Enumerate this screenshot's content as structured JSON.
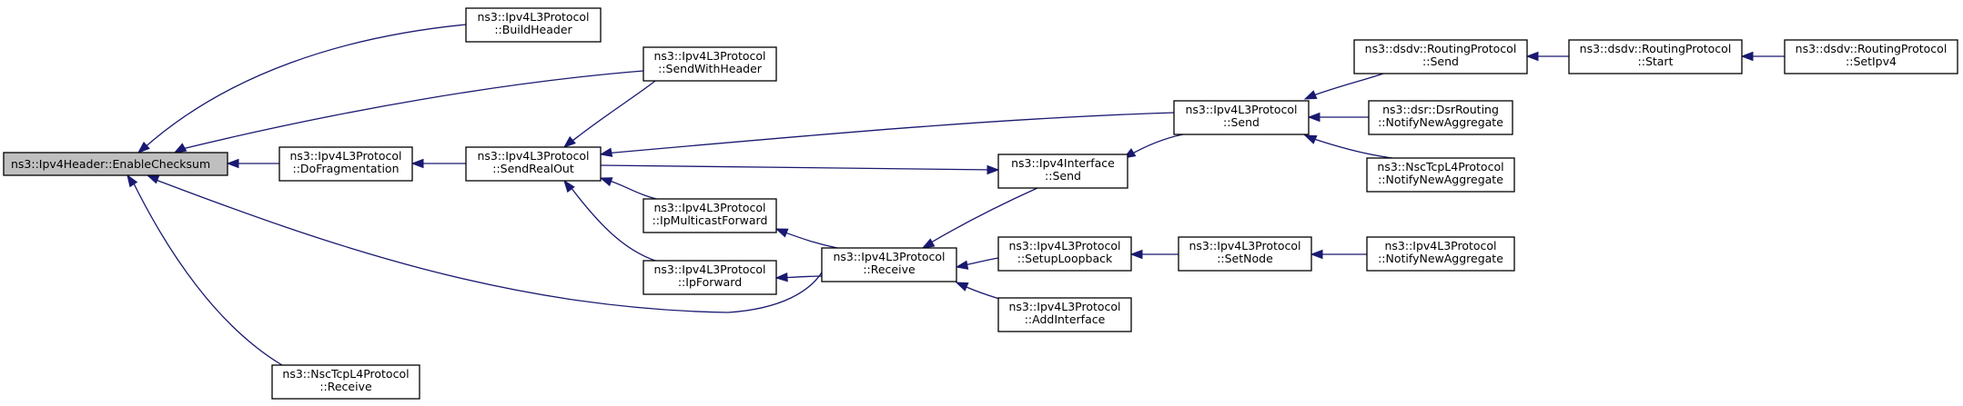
{
  "nodes": {
    "enable_checksum": [
      "ns3::Ipv4Header::EnableChecksum"
    ],
    "build_header": [
      "ns3::Ipv4L3Protocol",
      "::BuildHeader"
    ],
    "send_with_header": [
      "ns3::Ipv4L3Protocol",
      "::SendWithHeader"
    ],
    "do_fragmentation": [
      "ns3::Ipv4L3Protocol",
      "::DoFragmentation"
    ],
    "send_real_out": [
      "ns3::Ipv4L3Protocol",
      "::SendRealOut"
    ],
    "ip_multicast_forward": [
      "ns3::Ipv4L3Protocol",
      "::IpMulticastForward"
    ],
    "ip_forward": [
      "ns3::Ipv4L3Protocol",
      "::IpForward"
    ],
    "nsc_tcp_receive": [
      "ns3::NscTcpL4Protocol",
      "::Receive"
    ],
    "receive": [
      "ns3::Ipv4L3Protocol",
      "::Receive"
    ],
    "ipv4interface_send": [
      "ns3::Ipv4Interface",
      "::Send"
    ],
    "setup_loopback": [
      "ns3::Ipv4L3Protocol",
      "::SetupLoopback"
    ],
    "add_interface": [
      "ns3::Ipv4L3Protocol",
      "::AddInterface"
    ],
    "l3_send": [
      "ns3::Ipv4L3Protocol",
      "::Send"
    ],
    "set_node": [
      "ns3::Ipv4L3Protocol",
      "::SetNode"
    ],
    "dsdv_send": [
      "ns3::dsdv::RoutingProtocol",
      "::Send"
    ],
    "dsr_notify": [
      "ns3::dsr::DsrRouting",
      "::NotifyNewAggregate"
    ],
    "nsc_notify": [
      "ns3::NscTcpL4Protocol",
      "::NotifyNewAggregate"
    ],
    "ipv4_notify": [
      "ns3::Ipv4L3Protocol",
      "::NotifyNewAggregate"
    ],
    "dsdv_start": [
      "ns3::dsdv::RoutingProtocol",
      "::Start"
    ],
    "dsdv_setipv4": [
      "ns3::dsdv::RoutingProtocol",
      "::SetIpv4"
    ]
  },
  "colors": {
    "edge": "#191970",
    "root_fill": "#bfbfbf",
    "node_fill": "#ffffff"
  }
}
